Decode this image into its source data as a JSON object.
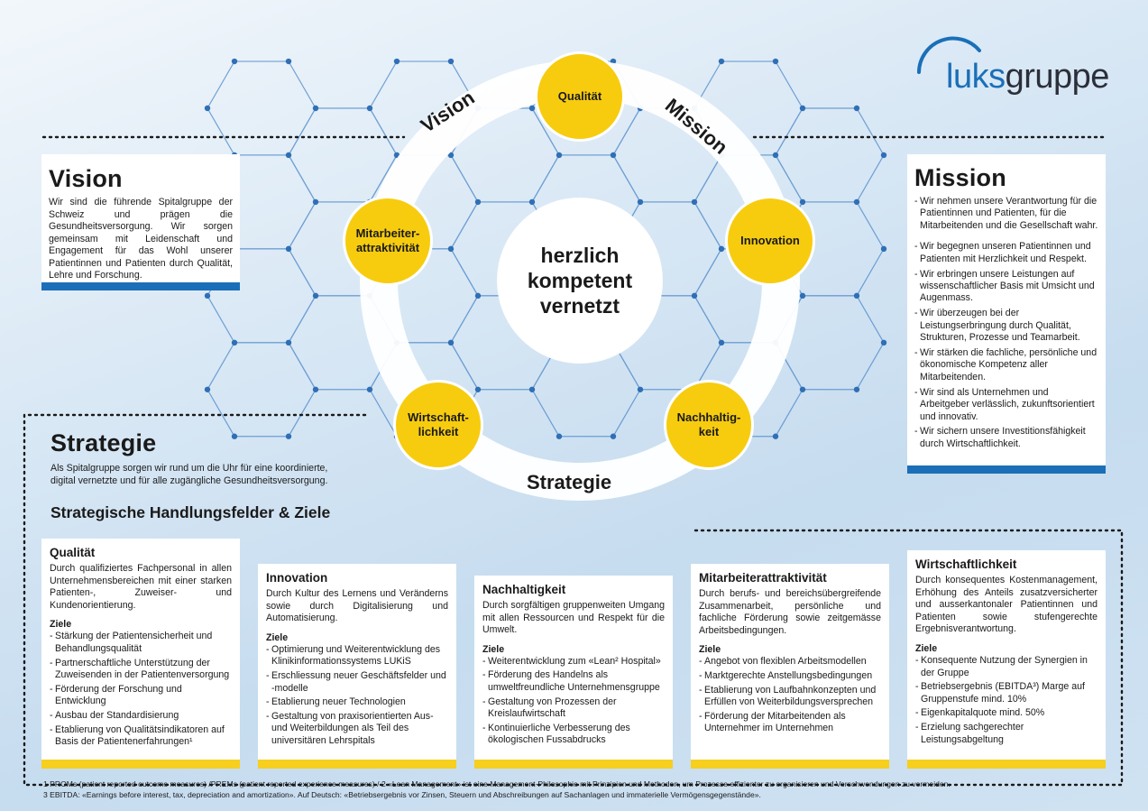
{
  "logo": {
    "part1": "luks",
    "part2": "gruppe"
  },
  "colors": {
    "blue": "#1a6fb8",
    "yellow": "#f7cc0f",
    "white": "#ffffff"
  },
  "ring": {
    "center_lines": [
      "herzlich",
      "kompetent",
      "vernetzt"
    ],
    "labels": {
      "vision": "Vision",
      "mission": "Mission",
      "strategie": "Strategie"
    },
    "values": {
      "qualitaet": "Qualität",
      "innovation": "Innovation",
      "mitarbeiter": [
        "Mitarbeiter-",
        "attraktivität"
      ],
      "wirtschaft": [
        "Wirtschaft-",
        "lichkeit"
      ],
      "nachhaltig": [
        "Nachhaltig-",
        "keit"
      ]
    }
  },
  "vision": {
    "title": "Vision",
    "text": "Wir sind die führende Spitalgruppe der Schweiz und prägen die Gesundheitsversorgung. Wir sorgen gemeinsam mit Leidenschaft und Engagement für das Wohl unserer Patientinnen und Patienten durch Qualität, Lehre und Forschung."
  },
  "mission": {
    "title": "Mission",
    "items": [
      "Wir nehmen unsere Verantwortung für die Patientinnen und Patienten, für die Mitarbeitenden und die Gesellschaft wahr.",
      "Wir begegnen unseren Patientinnen und Patienten mit Herzlichkeit und Respekt.",
      "Wir erbringen unsere Leistungen auf wissenschaftlicher Basis mit Umsicht und Augenmass.",
      "Wir überzeugen bei der Leistungserbringung durch Qualität, Strukturen, Prozesse und Teamarbeit.",
      "Wir stärken die fachliche, persönliche und ökonomische Kompetenz aller Mitarbeitenden.",
      "Wir sind als Unternehmen und Arbeitgeber verlässlich, zukunftsorientiert und innovativ.",
      "Wir sichern unsere Investitionsfähigkeit durch Wirtschaftlichkeit."
    ]
  },
  "strategie": {
    "title": "Strategie",
    "text": "Als Spitalgruppe sorgen wir rund um die Uhr für eine koordinierte, digital vernetzte und für alle zugängliche Gesundheitsversorgung.",
    "subtitle": "Strategische Handlungsfelder & Ziele",
    "ziele_label": "Ziele"
  },
  "cards": [
    {
      "title": "Qualität",
      "desc": "Durch qualifiziertes Fachpersonal in allen Unternehmensbereichen mit einer starken Patienten-, Zuweiser- und Kundenorientierung.",
      "goals": [
        "Stärkung der Patientensicherheit und Behandlungsqualität",
        "Partnerschaftliche Unterstützung der Zuweisenden in der Patientenversorgung",
        "Förderung der Forschung und Entwicklung",
        "Ausbau der Standardisierung",
        "Etablierung von Qualitätsindikatoren auf Basis der Patientenerfahrungen¹"
      ]
    },
    {
      "title": "Innovation",
      "desc": "Durch Kultur des Lernens und Veränderns sowie durch Digitalisierung und Automatisierung.",
      "goals": [
        "Optimierung und Weiterentwicklung des Klinikinformationssystems LUKiS",
        "Erschliessung neuer Geschäftsfelder und -modelle",
        "Etablierung neuer Technologien",
        "Gestaltung von praxisorientierten Aus- und Weiterbildungen als Teil des universitären Lehrspitals"
      ]
    },
    {
      "title": "Nachhaltigkeit",
      "desc": "Durch sorgfältigen gruppenweiten Umgang mit allen Ressourcen und Respekt für die Umwelt.",
      "goals": [
        "Weiterentwicklung zum «Lean² Hospital»",
        "Förderung des Handelns als umweltfreundliche Unternehmensgruppe",
        "Gestaltung von Prozessen der Kreislaufwirtschaft",
        "Kontinuierliche Verbesserung des ökologischen Fussabdrucks"
      ]
    },
    {
      "title": "Mitarbeiterattraktivität",
      "desc": "Durch berufs- und bereichsübergreifende Zusammenarbeit, persönliche und fachliche Förderung sowie zeitgemässe Arbeitsbedingungen.",
      "goals": [
        "Angebot von flexiblen Arbeitsmodellen",
        "Marktgerechte Anstellungsbedingungen",
        "Etablierung von Laufbahnkonzepten und Erfüllen von Weiterbildungsversprechen",
        "Förderung der Mitarbeitenden als Unternehmer im Unternehmen"
      ]
    },
    {
      "title": "Wirtschaftlichkeit",
      "desc": "Durch konsequentes Kostenmanagement, Erhöhung des Anteils zusatzversicherter und ausserkantonaler Patientinnen und Patienten sowie stufengerechte Ergebnisverantwortung.",
      "goals": [
        "Konsequente Nutzung der Synergien in der Gruppe",
        "Betriebsergebnis (EBITDA³) Marge auf Gruppenstufe mind. 10%",
        "Eigenkapitalquote mind. 50%",
        "Erzielung sachgerechter Leistungsabgeltung"
      ]
    }
  ],
  "footnotes": [
    "1 PROMs (patient reported outcome measures) /PREMs (patient reported experience measures) / 2 «Lean Management» ist eine Management-Philosophie mit Prinzipien und Methoden, um Prozesse effizienter zu organisieren und Verschwendungen zu vermeiden.",
    "3 EBITDA: «Earnings before interest, tax, depreciation and amortization». Auf Deutsch: «Betriebsergebnis vor Zinsen, Steuern und Abschreibungen auf Sachanlagen und immaterielle Vermögensgegenstände»."
  ]
}
